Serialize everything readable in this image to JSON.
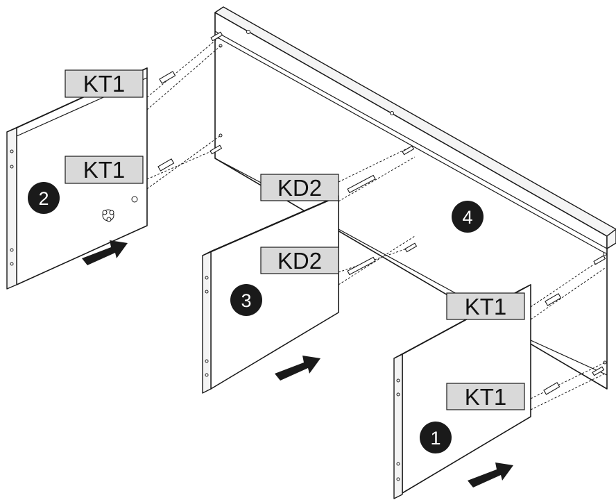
{
  "labels": {
    "kt1": "KT1",
    "kd2": "KD2"
  },
  "parts": {
    "p1": "1",
    "p2": "2",
    "p3": "3",
    "p4": "4"
  },
  "colors": {
    "ink": "#1a1a1a",
    "label_fill": "#d9d9d9",
    "background": "#ffffff"
  }
}
